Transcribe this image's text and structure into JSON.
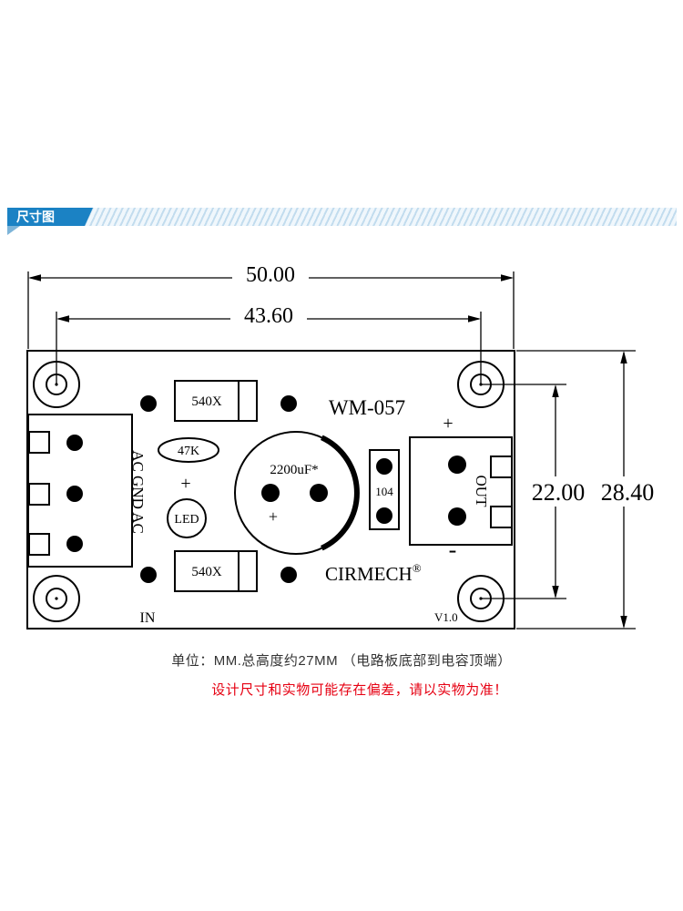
{
  "header": {
    "ribbon_label": "尺寸图"
  },
  "drawing": {
    "dimensions": {
      "overall_width": "50.00",
      "hole_span_width": "43.60",
      "hole_span_height": "22.00",
      "overall_height": "28.40"
    },
    "board": {
      "model": "WM-057",
      "brand": "CIRMECH",
      "reg_mark": "®",
      "version": "V1.0"
    },
    "terminals": {
      "input_labels": "AC GND AC",
      "input_caption": "IN",
      "output_caption": "OUT",
      "output_plus": "+",
      "output_minus": "-",
      "led_plus": "+"
    },
    "components": {
      "diode_top_label": "540X",
      "diode_bottom_label": "540X",
      "resistor_label": "47K",
      "led_label": "LED",
      "capacitor_label": "2200uF*",
      "capacitor_plus": "+",
      "ceramic_cap_label": "104"
    }
  },
  "notes": {
    "unit_note": "单位：MM.总高度约27MM （电路板底部到电容顶端）",
    "disclaimer": "设计尺寸和实物可能存在偏差，请以实物为准！"
  },
  "colors": {
    "ribbon_blue": "#1b82c4",
    "stripe_blue": "#c2dcee",
    "disclaimer_red": "#e60012",
    "line_black": "#000000"
  }
}
